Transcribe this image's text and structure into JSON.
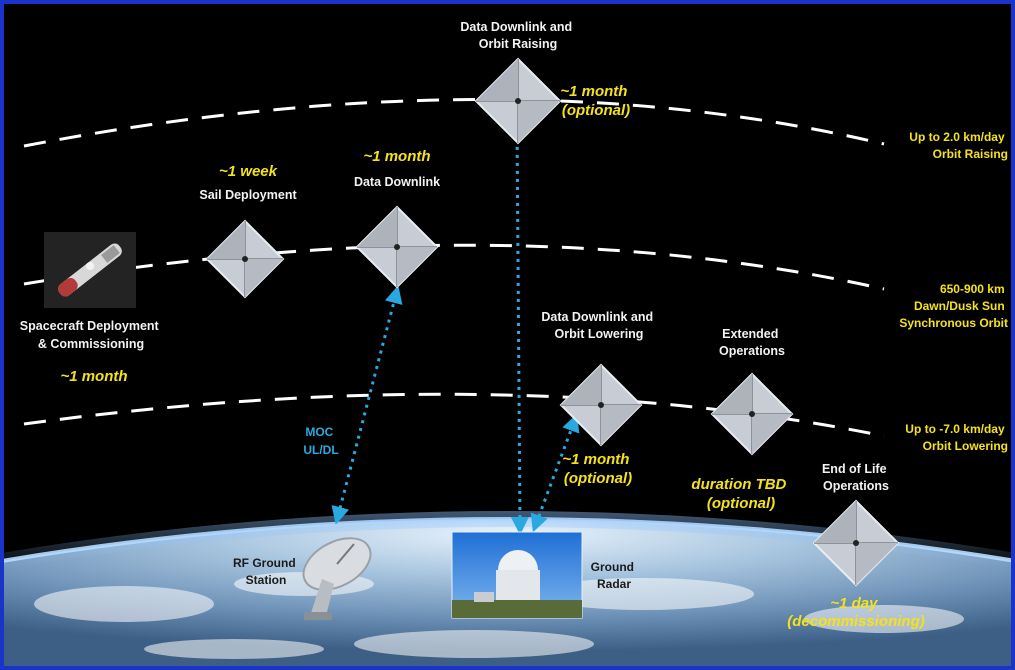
{
  "phases": {
    "deploy": {
      "label_lines": [
        "Spacecraft Deployment",
        "& Commissioning"
      ],
      "duration": "~1 month"
    },
    "sail_deploy": {
      "duration": "~1 week",
      "label": "Sail Deployment"
    },
    "data_downlink": {
      "duration": "~1 month",
      "label": "Data Downlink"
    },
    "orbit_raising": {
      "label_lines": [
        "Data Downlink and",
        "Orbit Raising"
      ],
      "duration_lines": [
        "~1 month",
        "(optional)"
      ]
    },
    "orbit_lowering": {
      "label_lines": [
        "Data Downlink and",
        "Orbit Lowering"
      ],
      "duration_lines": [
        "~1 month",
        "(optional)"
      ]
    },
    "extended": {
      "label_lines": [
        "Extended",
        "Operations"
      ],
      "duration_lines": [
        "duration  TBD",
        "(optional)"
      ]
    },
    "end_of_life": {
      "label_lines": [
        "End of Life",
        "Operations"
      ],
      "duration_lines": [
        "~1 day",
        "(decommissioning)"
      ]
    }
  },
  "orbits": {
    "upper": [
      "Up to 2.0 km/day",
      "Orbit Raising"
    ],
    "middle": [
      "650-900 km",
      "Dawn/Dusk Sun",
      "Synchronous Orbit"
    ],
    "lower": [
      "Up to -7.0 km/day",
      "Orbit Lowering"
    ]
  },
  "link_label": [
    "MOC",
    "UL/DL"
  ],
  "ground": {
    "rf_station": [
      "RF Ground",
      "Station"
    ],
    "radar": [
      "Ground",
      "Radar"
    ]
  },
  "colors": {
    "frame": "#1a33c8",
    "accent_yellow": "#f4e21a",
    "link_blue": "#2aa9e0",
    "label_white": "#f2f2f2"
  },
  "icons": {
    "sail": "solar-sail-icon",
    "spacecraft": "spacecraft-icon",
    "dish": "rf-dish-icon",
    "radar": "radar-dome-icon"
  }
}
